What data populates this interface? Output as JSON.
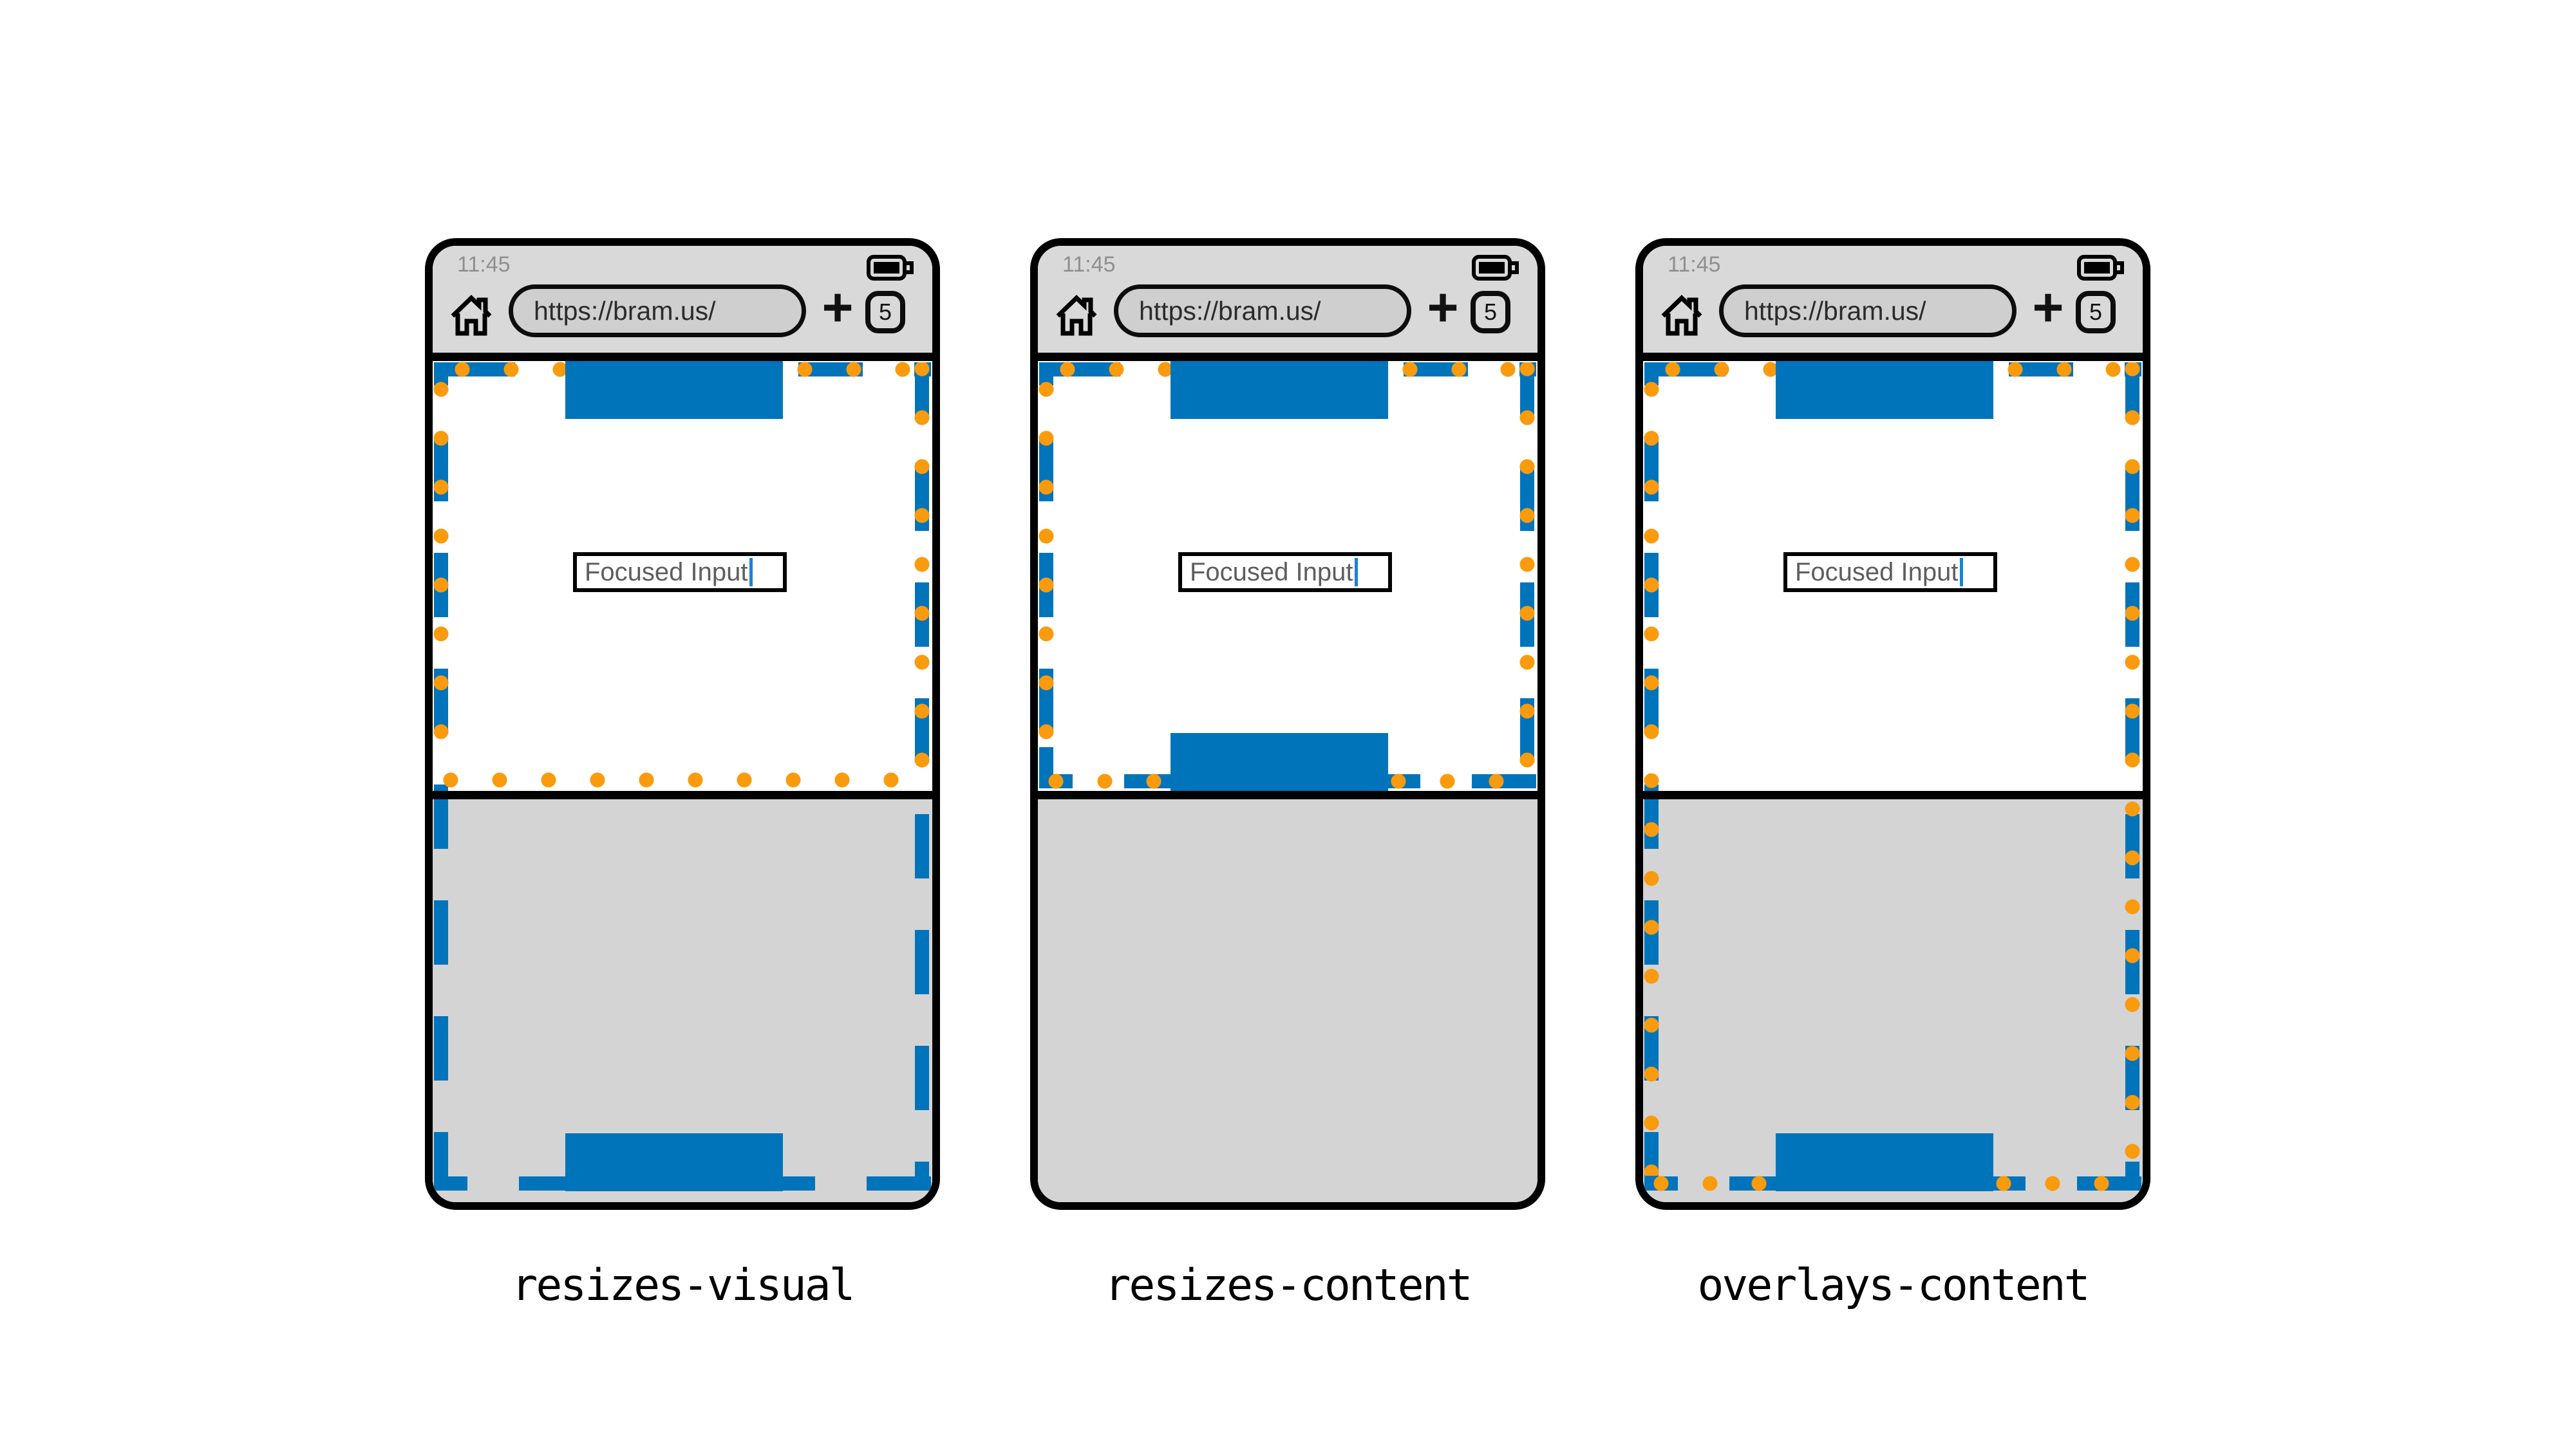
{
  "phones": [
    {
      "mode": "resizes-visual",
      "caption": "resizes-visual",
      "statusbar": {
        "time": "11:45",
        "battery_icon": "battery-full-icon"
      },
      "toolbar": {
        "home_icon": "home-icon",
        "url": "https://bram.us/",
        "new_tab_label": "+",
        "tab_count": "5"
      },
      "page": {
        "input_value": "Focused Input"
      }
    },
    {
      "mode": "resizes-content",
      "caption": "resizes-content",
      "statusbar": {
        "time": "11:45",
        "battery_icon": "battery-full-icon"
      },
      "toolbar": {
        "home_icon": "home-icon",
        "url": "https://bram.us/",
        "new_tab_label": "+",
        "tab_count": "5"
      },
      "page": {
        "input_value": "Focused Input"
      }
    },
    {
      "mode": "overlays-content",
      "caption": "overlays-content",
      "statusbar": {
        "time": "11:45",
        "battery_icon": "battery-full-icon"
      },
      "toolbar": {
        "home_icon": "home-icon",
        "url": "https://bram.us/",
        "new_tab_label": "+",
        "tab_count": "5"
      },
      "page": {
        "input_value": "Focused Input"
      }
    }
  ],
  "colors": {
    "layout_viewport_dash_blue": "#0074BB",
    "visual_viewport_dot_orange": "#F99B0C",
    "browser_chrome_gray": "#D9D9D9",
    "url_pill_gray": "#CFCFCF",
    "keyboard_gray": "#D4D4D4",
    "caret_blue": "#1B82D6"
  }
}
